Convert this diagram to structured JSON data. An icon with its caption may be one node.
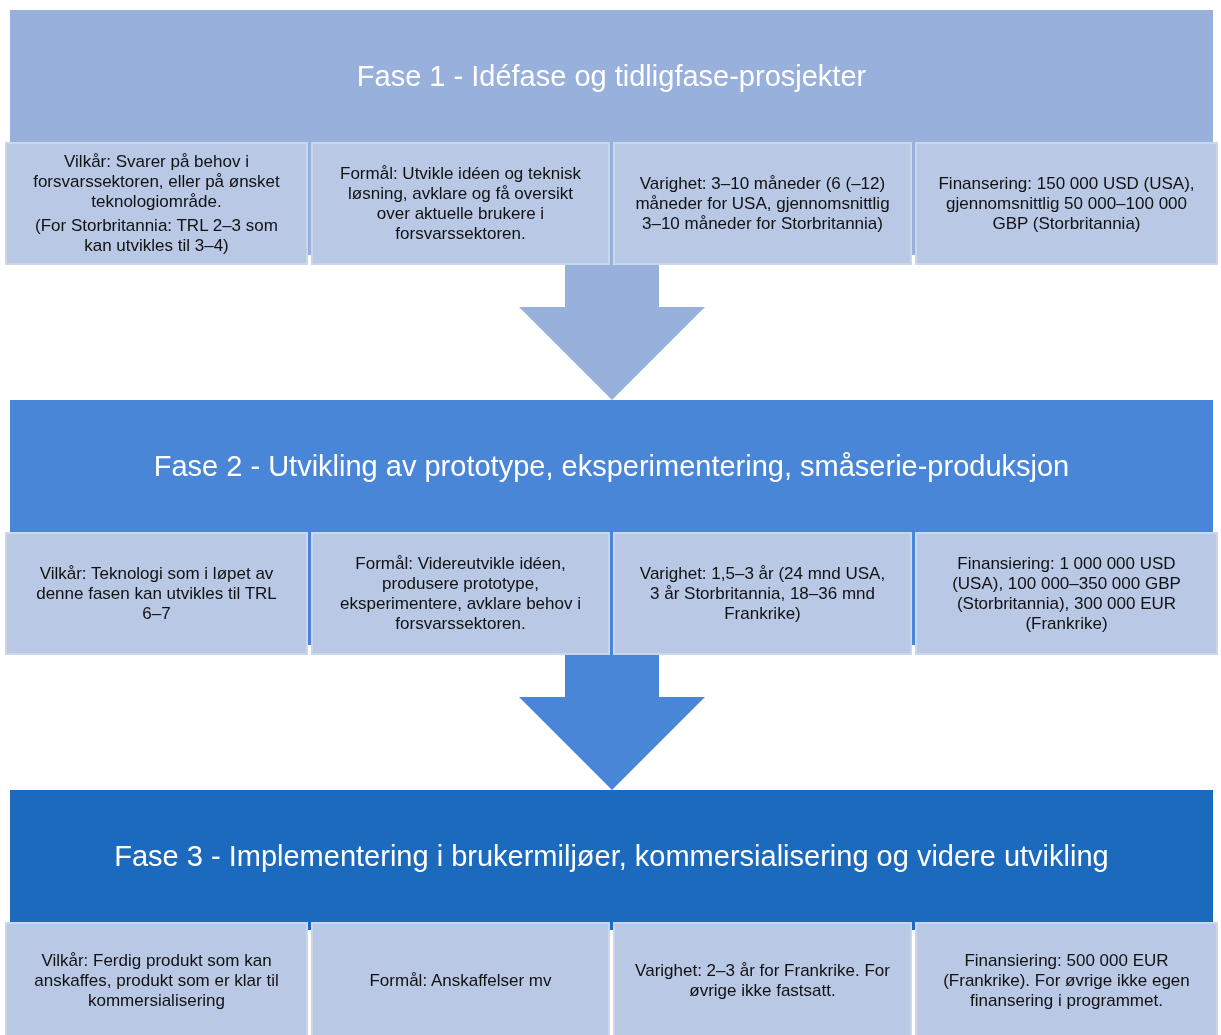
{
  "diagram": {
    "nodes": [
      {
        "text": [
          "Fase 1 - Idéfase og tidligfase-prosjekter"
        ]
      },
      {
        "text": [
          "Vilkår: Svarer på behov i forsvarssektoren, eller på ønsket teknologiområde.",
          "(For Storbritannia: TRL 2–3 som kan utvikles til 3–4)"
        ]
      },
      {
        "text": [
          "Formål: Utvikle idéen og teknisk løsning, avklare og få oversikt over aktuelle brukere i forsvarssektoren."
        ]
      },
      {
        "text": [
          "Varighet: 3–10 måneder (6 (–12) måneder for USA, gjennomsnittlig 3–10 måneder for Storbritannia)"
        ]
      },
      {
        "text": [
          "Finansering: 150 000 USD (USA), gjennomsnittlig 50 000–100 000 GBP (Storbritannia)"
        ]
      },
      {
        "text": [
          "Fase 2 - Utvikling av prototype, eksperimentering, småserie-produksjon"
        ]
      },
      {
        "text": [
          "Vilkår: Teknologi som i løpet av denne fasen kan utvikles til TRL 6–7"
        ]
      },
      {
        "text": [
          "Formål: Videreutvikle idéen, produsere prototype, eksperimentere, avklare behov i forsvarssektoren."
        ]
      },
      {
        "text": [
          "Varighet: 1,5–3 år (24 mnd USA, 3 år Storbritannia, 18–36 mnd Frankrike)"
        ]
      },
      {
        "text": [
          "Finansiering: 1 000 000 USD (USA), 100 000–350 000 GBP (Storbritannia), 300 000 EUR (Frankrike)"
        ]
      },
      {
        "text": [
          "Fase 3 - Implementering i brukermiljøer, kommersialisering og videre utvikling"
        ]
      },
      {
        "text": [
          "Vilkår: Ferdig produkt som kan anskaffes, produkt som er klar til kommersialisering"
        ]
      },
      {
        "text": [
          "Formål: Anskaffelser mv"
        ]
      },
      {
        "text": [
          "Varighet: 2–3 år for Frankrike. For øvrige ikke fastsatt."
        ]
      },
      {
        "text": [
          "Finansiering: 500 000 EUR (Frankrike). For øvrige ikke egen finansering i programmet."
        ]
      }
    ],
    "edges": [
      {
        "from": 0,
        "to": 5,
        "arrow": "to",
        "color": "#98b0dc"
      },
      {
        "from": 5,
        "to": 10,
        "arrow": "to",
        "color": "#4a86d8"
      }
    ]
  }
}
